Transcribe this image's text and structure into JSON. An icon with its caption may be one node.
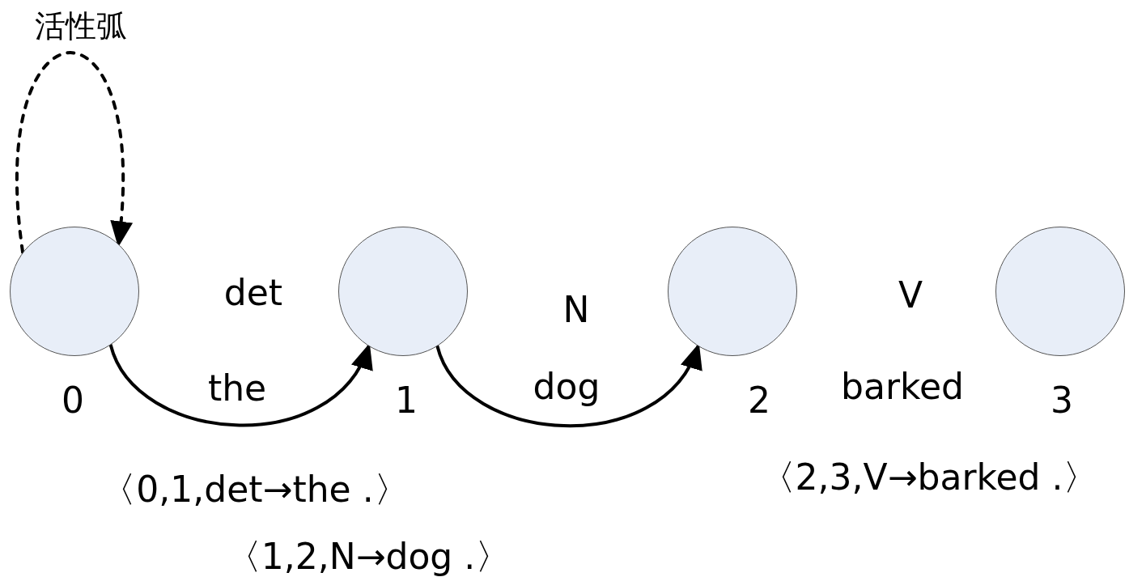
{
  "diagram": {
    "nodes": [
      {
        "text": [],
        "shape": "circle",
        "beside": [
          "0"
        ]
      },
      {
        "text": [],
        "shape": "circle",
        "beside": [
          "1"
        ]
      },
      {
        "text": [],
        "shape": "circle",
        "beside": [
          "2"
        ]
      },
      {
        "text": [],
        "shape": "circle",
        "beside": [
          "3"
        ]
      }
    ],
    "edges": [
      {
        "from": 0,
        "to": 0,
        "arrow": "to",
        "style": "dashed",
        "label": "活性弧"
      },
      {
        "from": 0,
        "to": 1,
        "arrow": "to"
      },
      {
        "from": 1,
        "to": 2,
        "arrow": "to"
      }
    ],
    "labels": [
      "det",
      "N",
      "V",
      "the",
      "dog",
      "barked",
      "〈0,1,det→the .〉",
      "〈2,3,V→barked .〉",
      "〈1,2,N→dog .〉"
    ]
  }
}
